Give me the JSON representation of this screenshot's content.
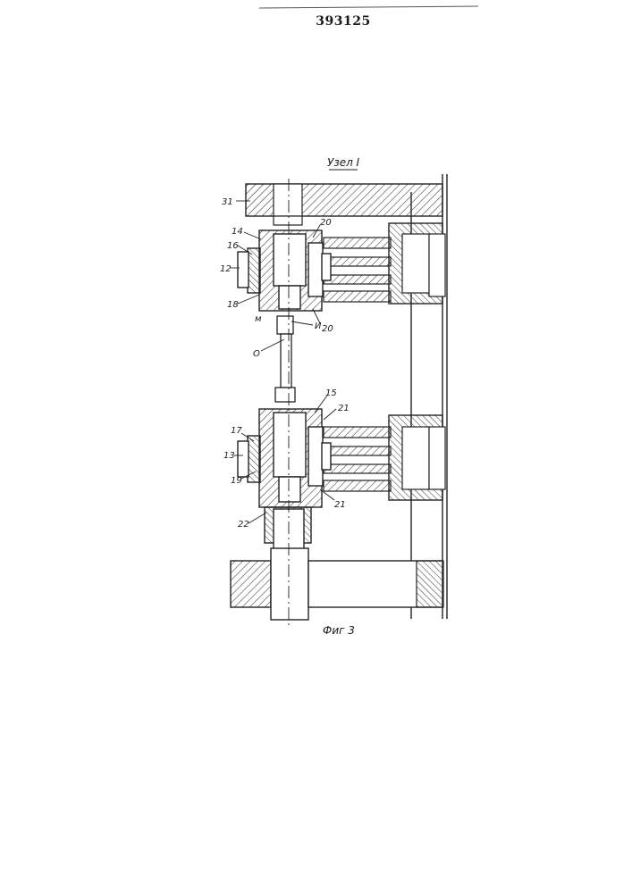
{
  "document_number": "393125",
  "view_label": "Узел I",
  "figure_caption": "Фиг 3",
  "callouts": [
    {
      "id": "31",
      "text": "31"
    },
    {
      "id": "14",
      "text": "14"
    },
    {
      "id": "16",
      "text": "16"
    },
    {
      "id": "12",
      "text": "12"
    },
    {
      "id": "18",
      "text": "18"
    },
    {
      "id": "m",
      "text": "м"
    },
    {
      "id": "20a",
      "text": "20"
    },
    {
      "id": "20b",
      "text": "20"
    },
    {
      "id": "i",
      "text": "И"
    },
    {
      "id": "o",
      "text": "О"
    },
    {
      "id": "15",
      "text": "15"
    },
    {
      "id": "21a",
      "text": "21"
    },
    {
      "id": "21b",
      "text": "21"
    },
    {
      "id": "17",
      "text": "17"
    },
    {
      "id": "13",
      "text": "13"
    },
    {
      "id": "19",
      "text": "19"
    },
    {
      "id": "22",
      "text": "22"
    }
  ]
}
